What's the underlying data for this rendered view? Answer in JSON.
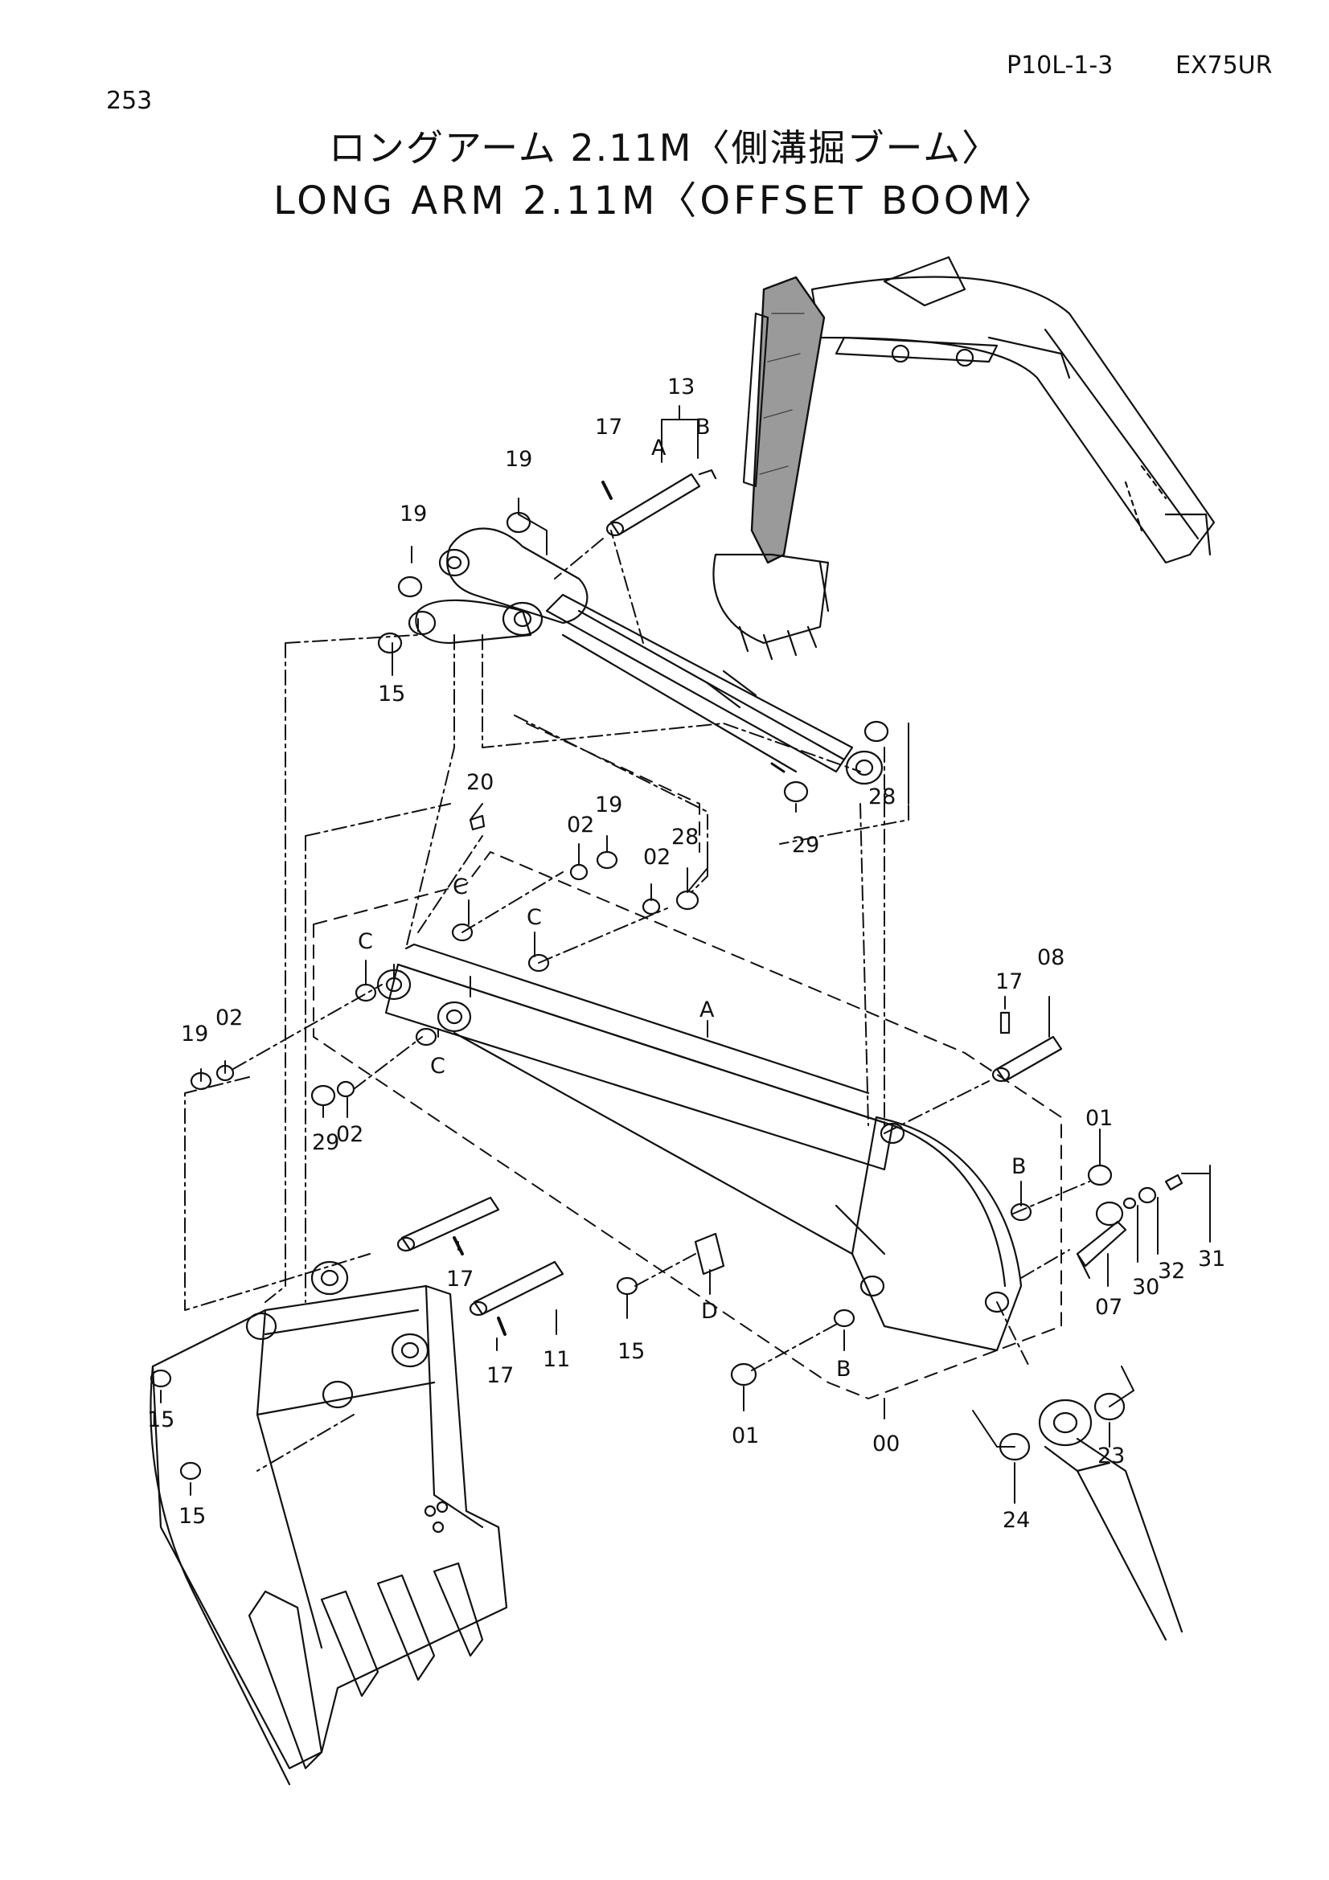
{
  "header": {
    "page_number": "253",
    "sheet_code": "P10L-1-3",
    "model": "EX75UR"
  },
  "title": {
    "japanese": "ロングアーム 2.11M〈側溝掘ブーム〉",
    "english": "LONG ARM 2.11M〈OFFSET BOOM〉"
  },
  "callouts": [
    "13",
    "A",
    "B",
    "17",
    "19",
    "19",
    "15",
    "20",
    "02",
    "19",
    "28",
    "02",
    "29",
    "28",
    "C",
    "C",
    "C",
    "C",
    "A",
    "19",
    "02",
    "29",
    "02",
    "17",
    "08",
    "01",
    "B",
    "31",
    "32",
    "30",
    "07",
    "D",
    "15",
    "B",
    "01",
    "00",
    "17",
    "17",
    "11",
    "15",
    "15",
    "23",
    "24"
  ]
}
